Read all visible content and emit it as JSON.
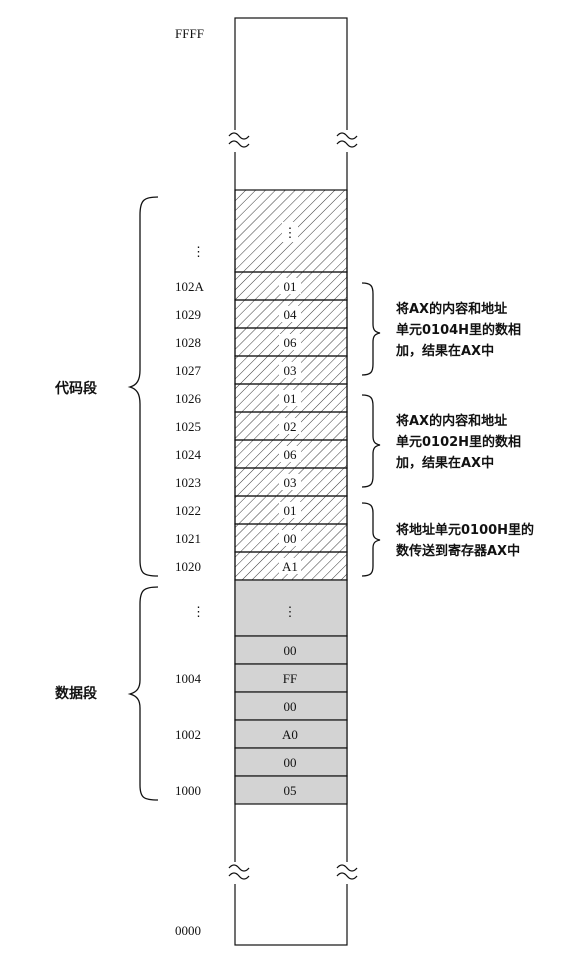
{
  "memory": {
    "top_address": "FFFF",
    "bottom_address": "0000",
    "ellipsis": "⋮"
  },
  "code_segment": {
    "label": "代码段",
    "cells": [
      {
        "addr": "102A",
        "value": "01"
      },
      {
        "addr": "1029",
        "value": "04"
      },
      {
        "addr": "1028",
        "value": "06"
      },
      {
        "addr": "1027",
        "value": "03"
      },
      {
        "addr": "1026",
        "value": "01"
      },
      {
        "addr": "1025",
        "value": "02"
      },
      {
        "addr": "1024",
        "value": "06"
      },
      {
        "addr": "1023",
        "value": "03"
      },
      {
        "addr": "1022",
        "value": "01"
      },
      {
        "addr": "1021",
        "value": "00"
      },
      {
        "addr": "1020",
        "value": "A1"
      }
    ]
  },
  "data_segment": {
    "label": "数据段",
    "cells": [
      {
        "addr": "",
        "value": "00"
      },
      {
        "addr": "1004",
        "value": "FF"
      },
      {
        "addr": "",
        "value": "00"
      },
      {
        "addr": "1002",
        "value": "A0"
      },
      {
        "addr": "",
        "value": "00"
      },
      {
        "addr": "1000",
        "value": "05"
      }
    ]
  },
  "annotations": [
    {
      "lines": [
        "将AX的内容和地址",
        "单元0104H里的数相",
        "加，结果在AX中"
      ]
    },
    {
      "lines": [
        "将AX的内容和地址",
        "单元0102H里的数相",
        "加，结果在AX中"
      ]
    },
    {
      "lines": [
        "将地址单元0100H里的",
        "数传送到寄存器AX中"
      ]
    }
  ],
  "colors": {
    "data_fill": "#d3d3d3",
    "stroke": "#111111",
    "background": "#ffffff"
  }
}
